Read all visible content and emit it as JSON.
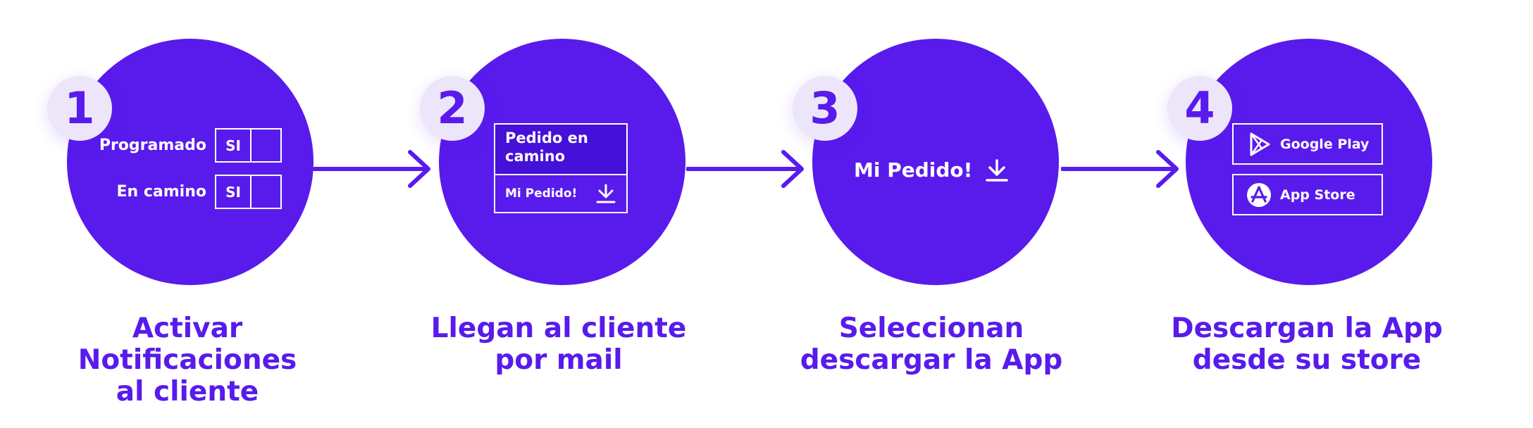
{
  "colors": {
    "accent": "#581BEC",
    "badge_bg": "#EDE6FB",
    "text_on_accent": "#FFFFFF",
    "card_fill": "#4510D8"
  },
  "steps": [
    {
      "number": "1",
      "caption": [
        "Activar",
        "Notificaciones",
        "al cliente"
      ],
      "toggles": [
        {
          "label": "Programado",
          "value": "SI"
        },
        {
          "label": "En camino",
          "value": "SI"
        }
      ]
    },
    {
      "number": "2",
      "caption": [
        "Llegan al cliente",
        "por mail"
      ],
      "mail": {
        "subject": [
          "Pedido en",
          "camino"
        ],
        "action": "Mi Pedido!",
        "action_icon": "download-icon"
      }
    },
    {
      "number": "3",
      "caption": [
        "Seleccionan",
        "descargar la App"
      ],
      "cta": {
        "label": "Mi Pedido!",
        "icon": "download-icon"
      }
    },
    {
      "number": "4",
      "caption": [
        "Descargan la App",
        "desde su store"
      ],
      "stores": [
        {
          "label": "Google Play",
          "icon": "google-play-icon"
        },
        {
          "label": "App Store",
          "icon": "app-store-icon"
        }
      ]
    }
  ],
  "connectors": [
    "arrow-right-icon",
    "arrow-right-icon",
    "arrow-right-icon"
  ]
}
